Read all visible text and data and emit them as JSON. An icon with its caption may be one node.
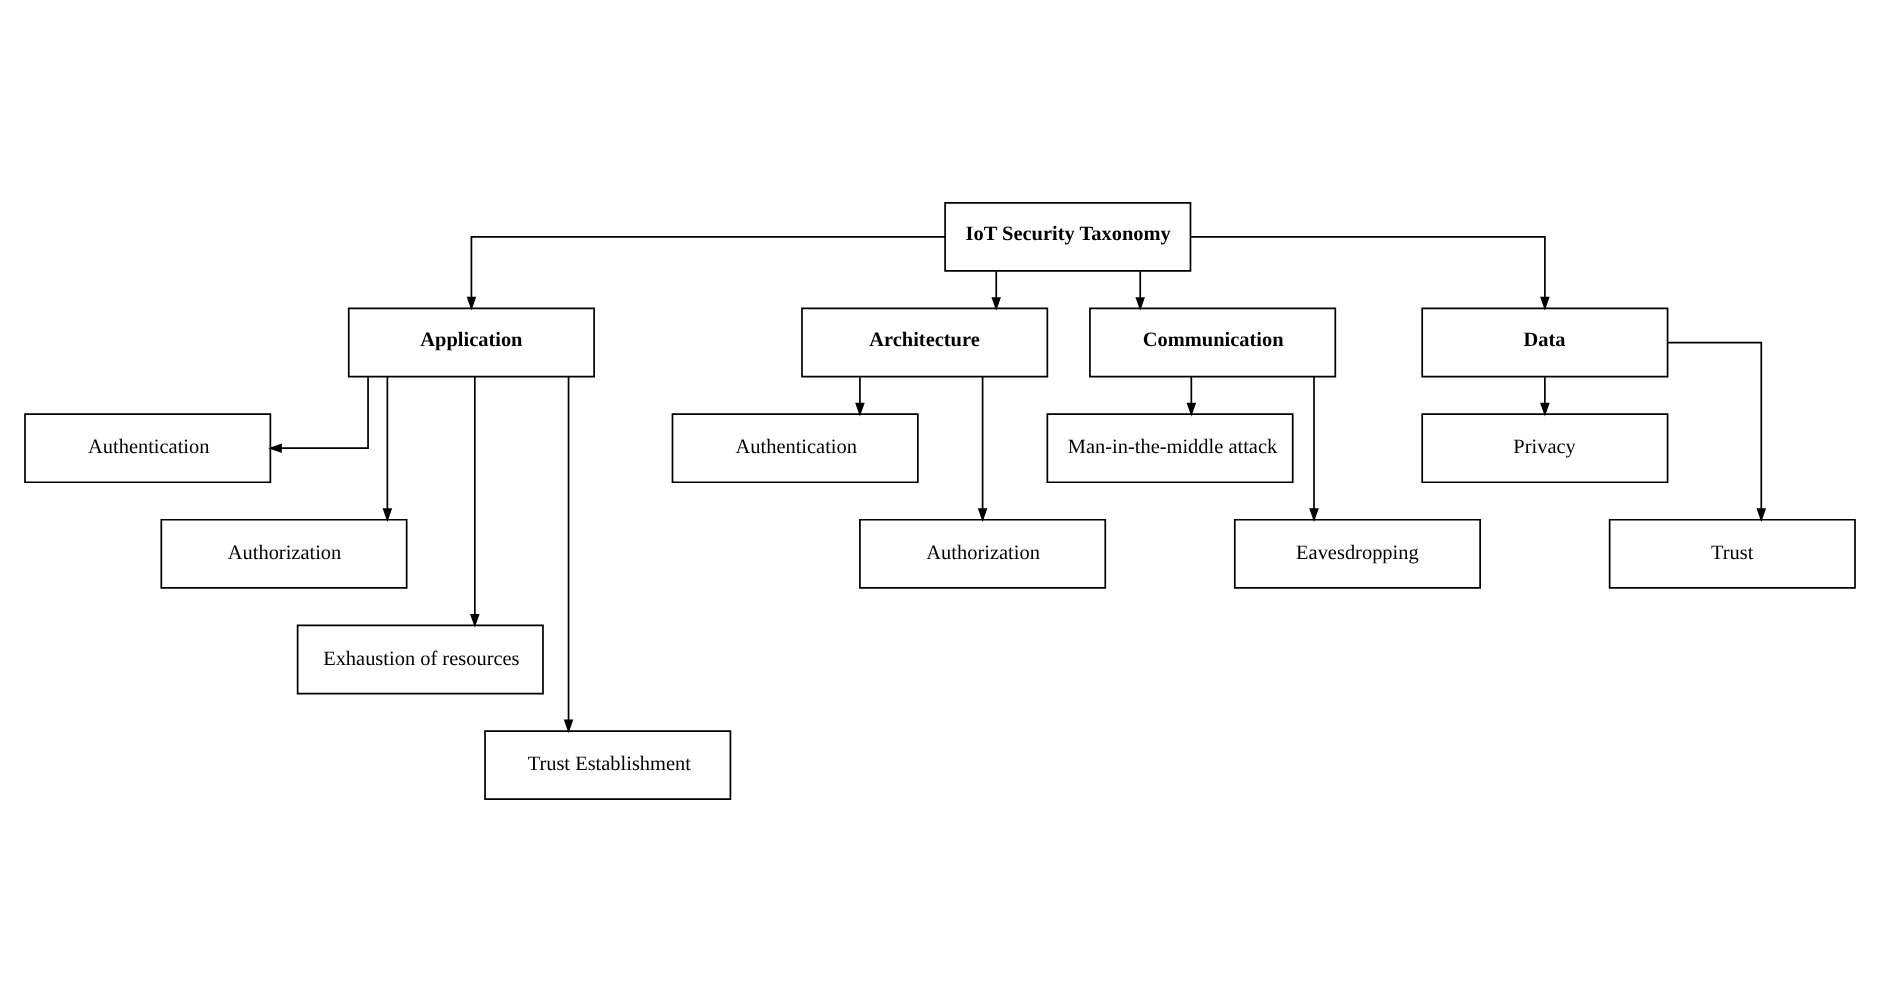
{
  "diagram": {
    "nodes": [
      {
        "text": [
          "IoT Security Taxonomy"
        ]
      },
      {
        "text": [
          "Application"
        ]
      },
      {
        "text": [
          "Architecture"
        ]
      },
      {
        "text": [
          "Communication"
        ]
      },
      {
        "text": [
          "Data"
        ]
      },
      {
        "text": [
          "Authentication"
        ]
      },
      {
        "text": [
          "Authorization"
        ]
      },
      {
        "text": [
          "Exhaustion of resources"
        ]
      },
      {
        "text": [
          "Trust Establishment"
        ]
      },
      {
        "text": [
          "Authentication"
        ]
      },
      {
        "text": [
          "Authorization"
        ]
      },
      {
        "text": [
          "Man-in-the-middle attack"
        ]
      },
      {
        "text": [
          "Eavesdropping"
        ]
      },
      {
        "text": [
          "Privacy"
        ]
      },
      {
        "text": [
          "Trust"
        ]
      }
    ],
    "edges": [
      {
        "from": 0,
        "to": 1,
        "arrow": "to"
      },
      {
        "from": 0,
        "to": 2,
        "arrow": "to"
      },
      {
        "from": 0,
        "to": 3,
        "arrow": "to"
      },
      {
        "from": 0,
        "to": 4,
        "arrow": "to"
      },
      {
        "from": 1,
        "to": 5,
        "arrow": "to"
      },
      {
        "from": 1,
        "to": 6,
        "arrow": "to"
      },
      {
        "from": 1,
        "to": 7,
        "arrow": "to"
      },
      {
        "from": 1,
        "to": 8,
        "arrow": "to"
      },
      {
        "from": 2,
        "to": 9,
        "arrow": "to"
      },
      {
        "from": 2,
        "to": 10,
        "arrow": "to"
      },
      {
        "from": 3,
        "to": 11,
        "arrow": "to"
      },
      {
        "from": 3,
        "to": 12,
        "arrow": "to"
      },
      {
        "from": 4,
        "to": 13,
        "arrow": "to"
      },
      {
        "from": 4,
        "to": 14,
        "arrow": "to"
      }
    ]
  }
}
